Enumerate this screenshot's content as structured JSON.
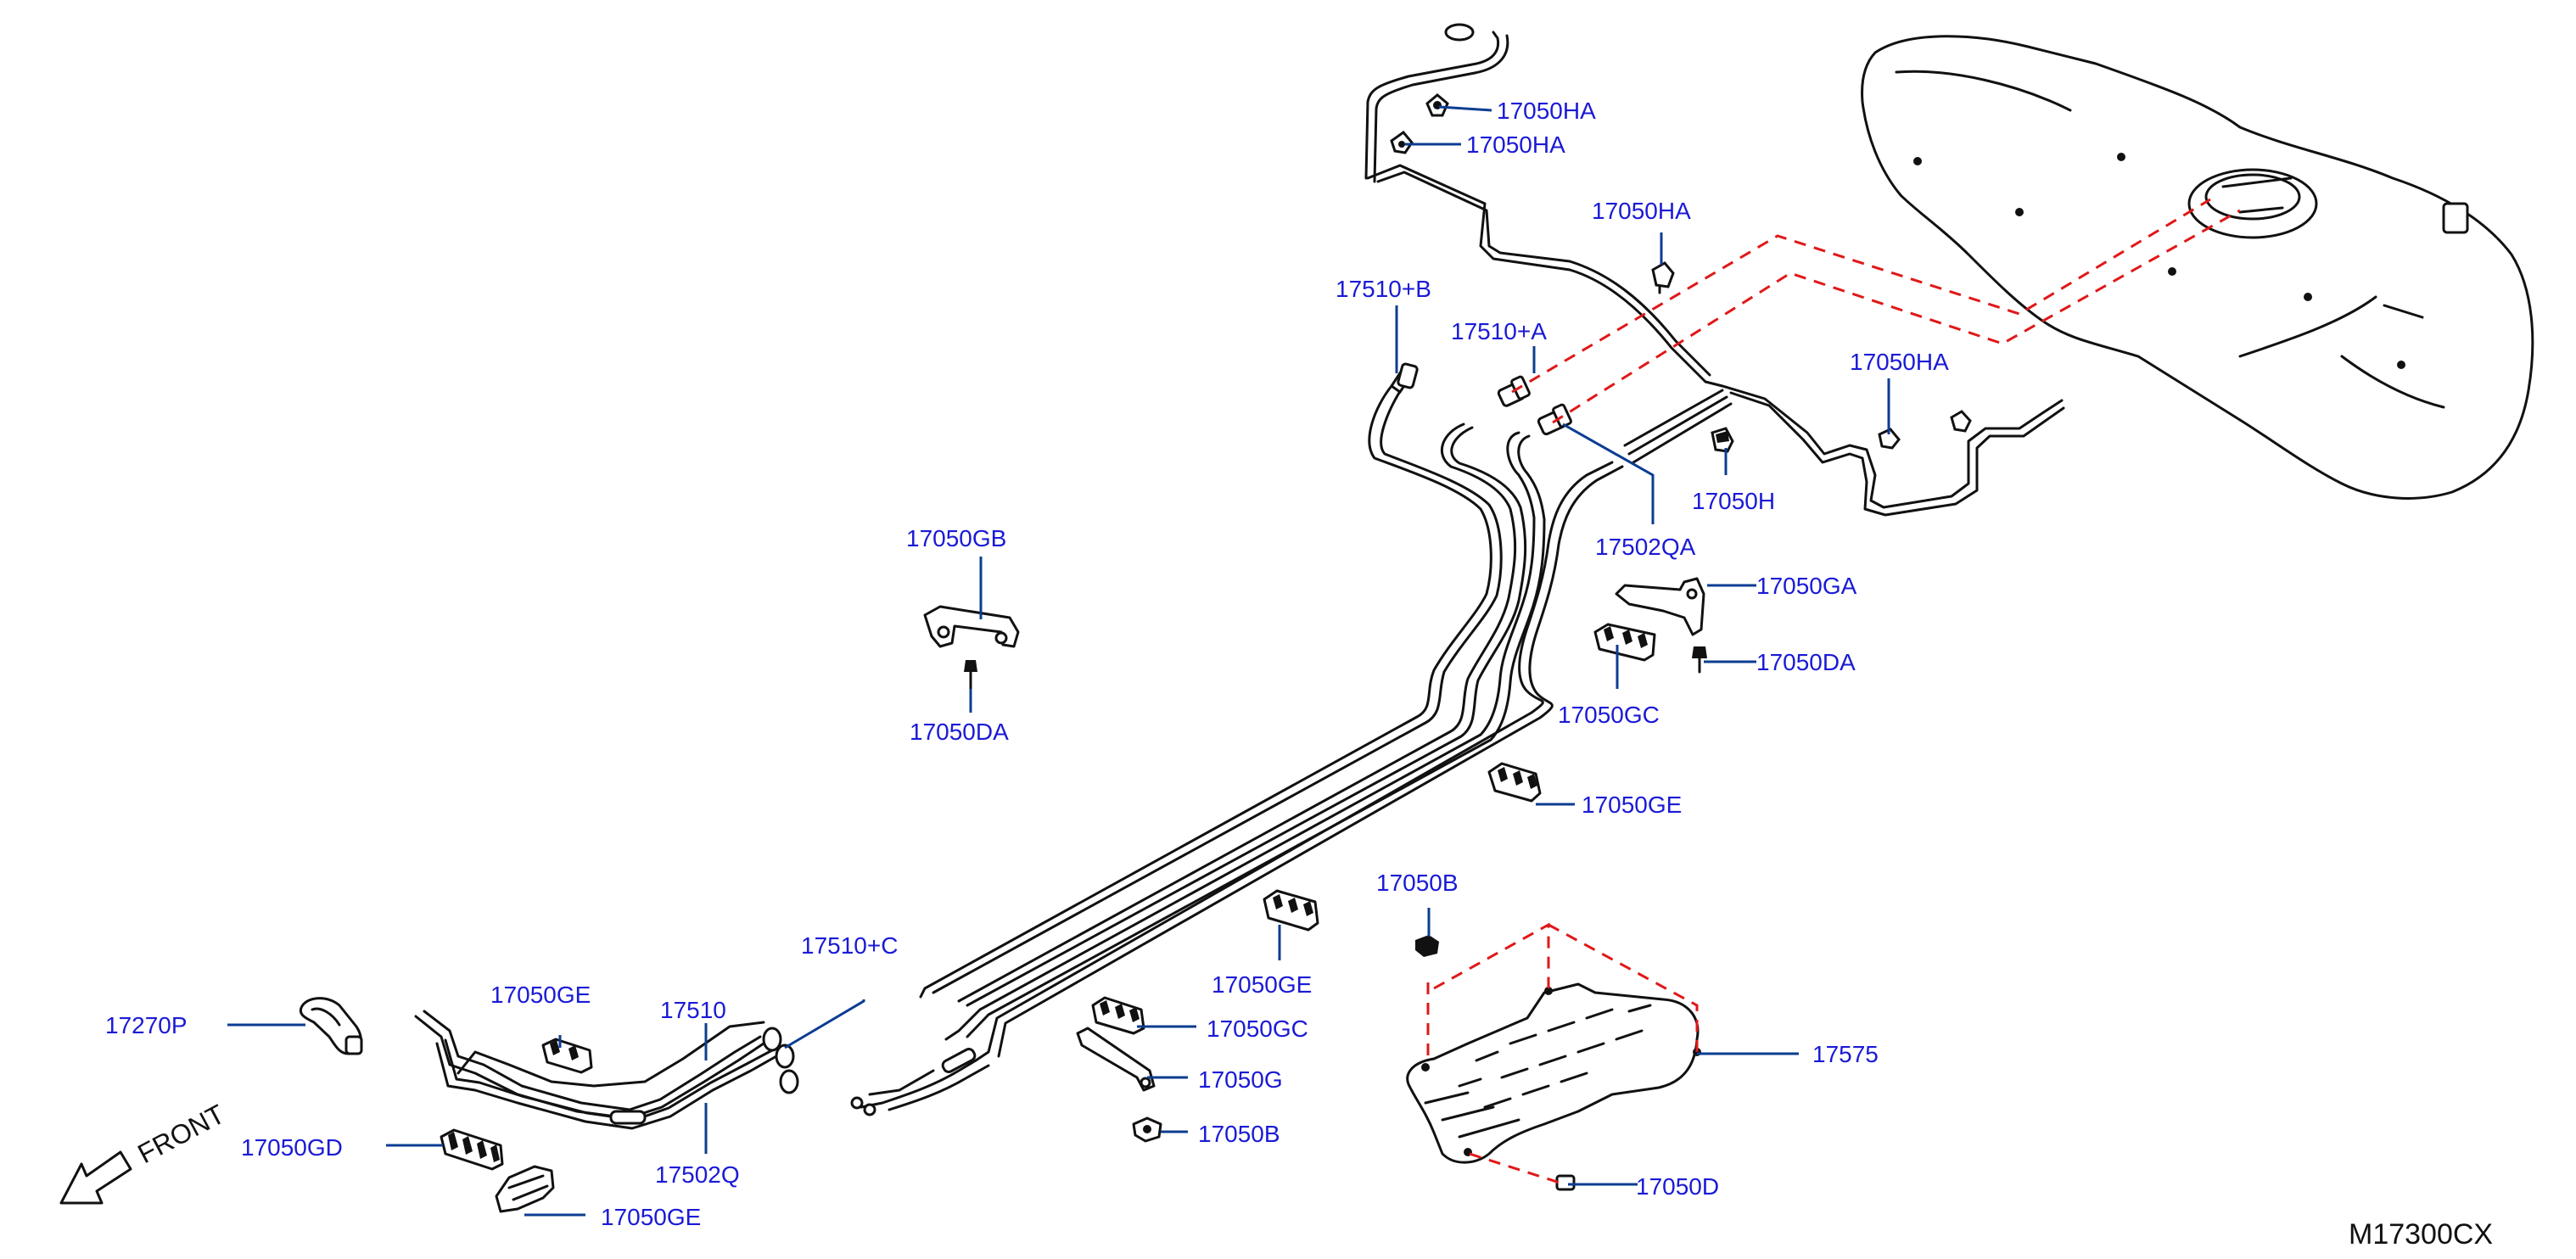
{
  "diagram_code": "M17300CX",
  "direction_label": "FRONT",
  "callouts": {
    "c01": "17050HA",
    "c02": "17050HA",
    "c03": "17050HA",
    "c04": "17050HA",
    "c05": "17510+B",
    "c06": "17510+A",
    "c07": "17050H",
    "c08": "17502QA",
    "c09": "17050GB",
    "c10": "17050DA",
    "c11": "17050GA",
    "c12": "17050DA",
    "c13": "17050GC",
    "c14": "17050GE",
    "c15": "17050B",
    "c16": "17510+C",
    "c17": "17050GE",
    "c18": "17510",
    "c19": "17270P",
    "c20": "17050GE",
    "c21": "17050GC",
    "c22": "17575",
    "c23": "17050G",
    "c24": "17502Q",
    "c25": "17050GD",
    "c26": "17050B",
    "c27": "17050D",
    "c28": "17050GE"
  },
  "colors": {
    "callout_text": "#1a1ad6",
    "leader_line": "#0b3d91",
    "guide_dash": "#e01818",
    "line_art": "#111111"
  }
}
